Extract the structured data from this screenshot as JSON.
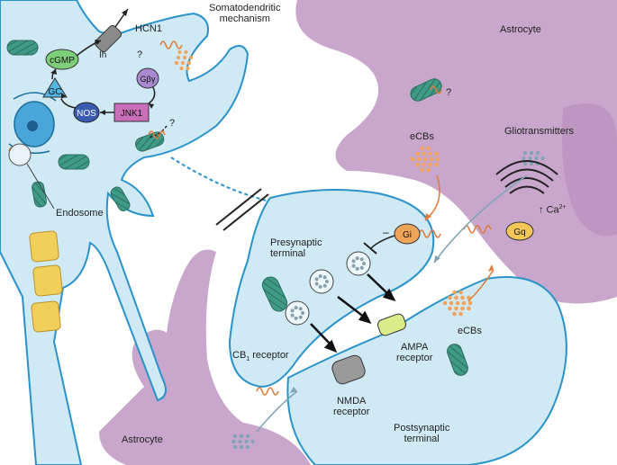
{
  "labels": {
    "somatodendritic": "Somatodendritic\nmechanism",
    "astrocyte_top": "Astrocyte",
    "astrocyte_bottom": "Astrocyte",
    "hcn1": "HCN1",
    "ih": "Ih",
    "cgmp": "cGMP",
    "gc": "GC",
    "nos": "NOS",
    "jnk1": "JNK1",
    "gbg": "Gβγ",
    "question1": "?",
    "question2": "?",
    "question3": "?",
    "endosome": "Endosome",
    "ecbs_top": "eCBs",
    "ecbs_bottom": "eCBs",
    "gliotransmitters": "Gliotransmitters",
    "ca": "↑ Ca",
    "ca_sup": "2+",
    "gq": "Gq",
    "gi": "Gi",
    "minus": "–",
    "presynaptic": "Presynaptic\nterminal",
    "cb1_receptor_pre": "CB",
    "cb1_sub": "1",
    "cb1_receptor_post": " receptor",
    "ampa": "AMPA\nreceptor",
    "nmda": "NMDA\nreceptor",
    "postsynaptic": "Postsynaptic\nterminal"
  },
  "colors": {
    "neuron_fill": "#cfe9f5",
    "neuron_stroke": "#2a93c9",
    "astrocyte_fill": "#c9a7cc",
    "mito_fill": "#3f9a86",
    "myelin": "#f2cf5b",
    "ecb_dots": "#f3a35a",
    "glio_dots": "#7fa4b5",
    "cgmp_fill": "#7ecf7a",
    "gc_fill": "#55b6e0",
    "nos_fill": "#3b5bb3",
    "jnk1_fill": "#c96fb8",
    "gbg_fill": "#a98ad0",
    "gi_fill": "#f0a45a",
    "gq_fill": "#f5c75a",
    "ampa_fill": "#d9ec8a",
    "nmda_fill": "#9a9a9a",
    "receptor_orange": "#e07a3a"
  }
}
